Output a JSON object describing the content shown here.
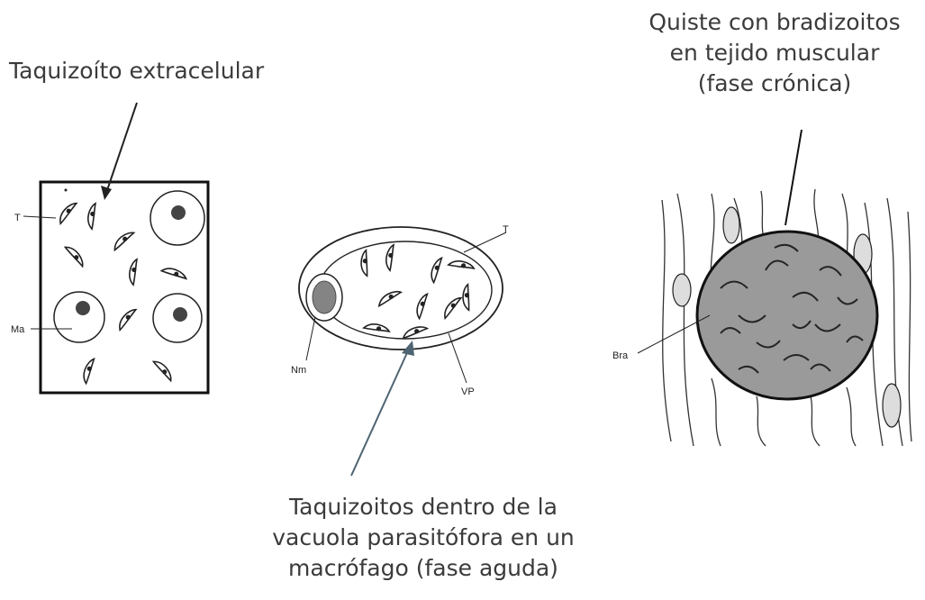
{
  "captions": {
    "extracellular": "Taquizoíto extracelular",
    "cyst": [
      "Quiste con bradizoitos",
      "en tejido muscular",
      "(fase crónica)"
    ],
    "vacuole": [
      "Taquizoitos dentro de la",
      "vacuola parasitófora en un",
      "macrófago (fase aguda)"
    ]
  },
  "labels": {
    "left_T": "T",
    "left_Ma": "Ma",
    "mid_T": "T",
    "mid_Nm": "Nm",
    "mid_VP": "VP",
    "right_Bra": "Bra"
  }
}
